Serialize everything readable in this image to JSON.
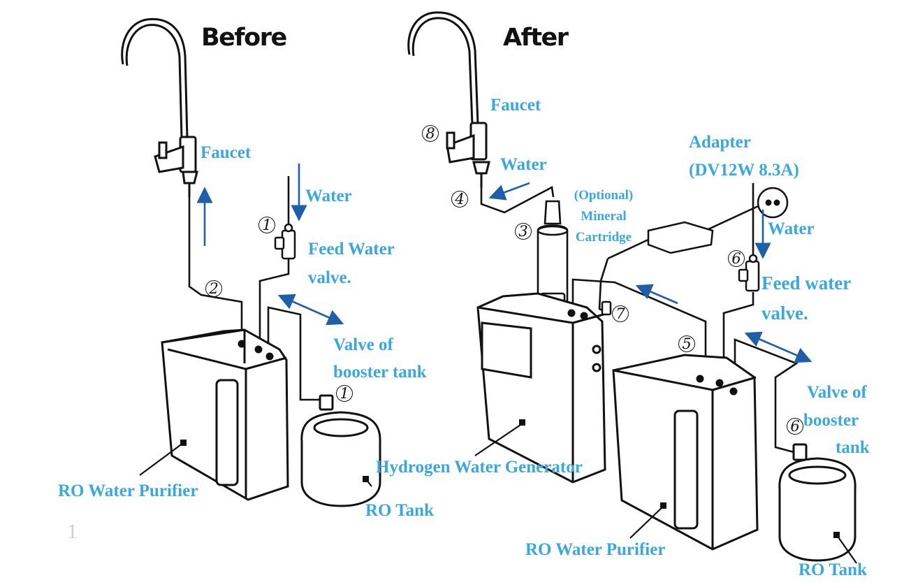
{
  "headings": {
    "before": "Before",
    "after": "After"
  },
  "before": {
    "faucet": "Faucet",
    "water": "Water",
    "feed_valve": [
      "Feed Water",
      "valve."
    ],
    "booster_valve": [
      "Valve of",
      "booster tank"
    ],
    "ro_purifier": "RO Water Purifier",
    "ro_tank": "RO Tank",
    "step_feed": "1",
    "step_outlet": "2",
    "step_tank": "1"
  },
  "after": {
    "faucet": "Faucet",
    "water_faucet": "Water",
    "mineral": [
      "(Optional)",
      "Mineral",
      "Cartridge"
    ],
    "adapter": [
      "Adapter",
      "(DV12W 8.3A)"
    ],
    "water_feed": "Water",
    "feed_valve": [
      "Feed water",
      "valve."
    ],
    "booster_valve": [
      "Valve of",
      "booster",
      "tank"
    ],
    "generator": "Hydrogen Water Generator",
    "ro_purifier": "RO Water Purifier",
    "ro_tank": "RO Tank",
    "step_faucet": "8",
    "step_tube": "4",
    "step_cartridge": "3",
    "step_power": "7",
    "step_connect": "5",
    "step_feed": "6",
    "step_tank": "6"
  },
  "margin_fragment": "1",
  "colors": {
    "label": "#3aa8dd",
    "arrow": "#1f5ea8",
    "line": "#111111"
  }
}
